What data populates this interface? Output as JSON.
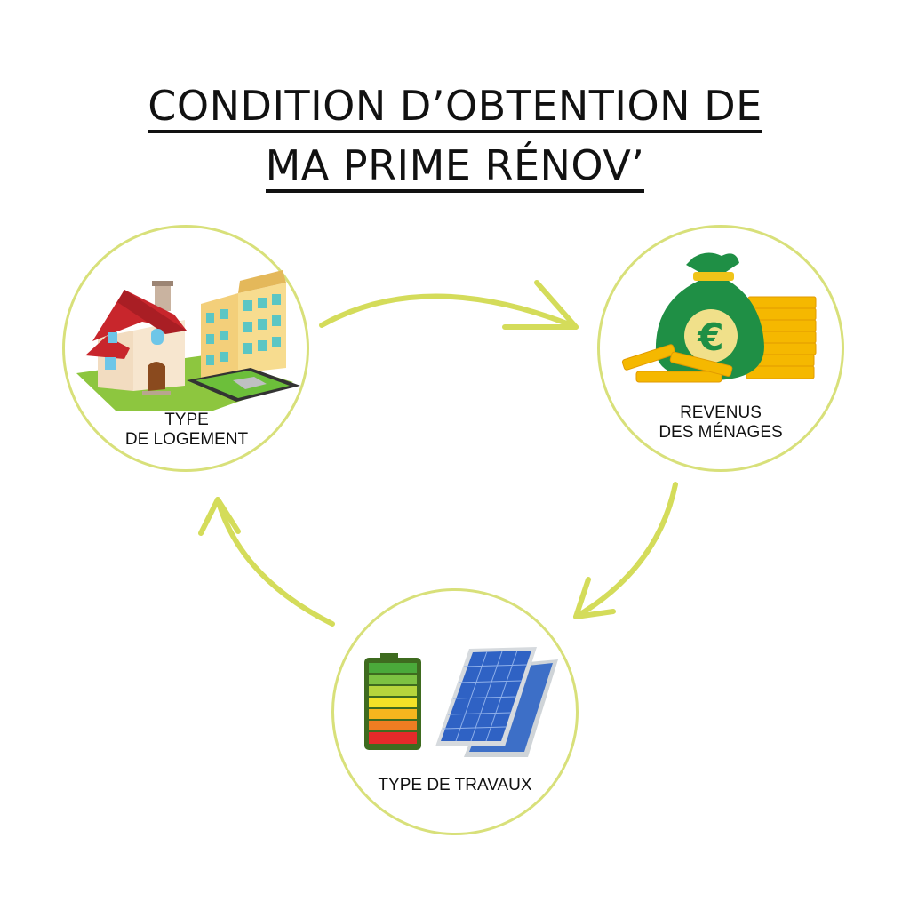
{
  "title": {
    "line1": "CONDITION D’OBTENTION DE ",
    "line2": "MA PRIME RÉNOV’"
  },
  "nodes": {
    "logement": {
      "line1": "TYPE",
      "line2": "DE LOGEMENT",
      "icon": "house-and-building-icon"
    },
    "revenus": {
      "line1": "REVENUS",
      "line2": "DES MÉNAGES",
      "icon": "money-bag-and-coins-icon",
      "symbol": "€"
    },
    "travaux": {
      "line1": "TYPE DE TRAVAUX",
      "icon": "battery-and-solar-panel-icon"
    }
  },
  "colors": {
    "circle_border": "#d8e07a",
    "arrow": "#d4dc5a",
    "title": "#111111"
  }
}
